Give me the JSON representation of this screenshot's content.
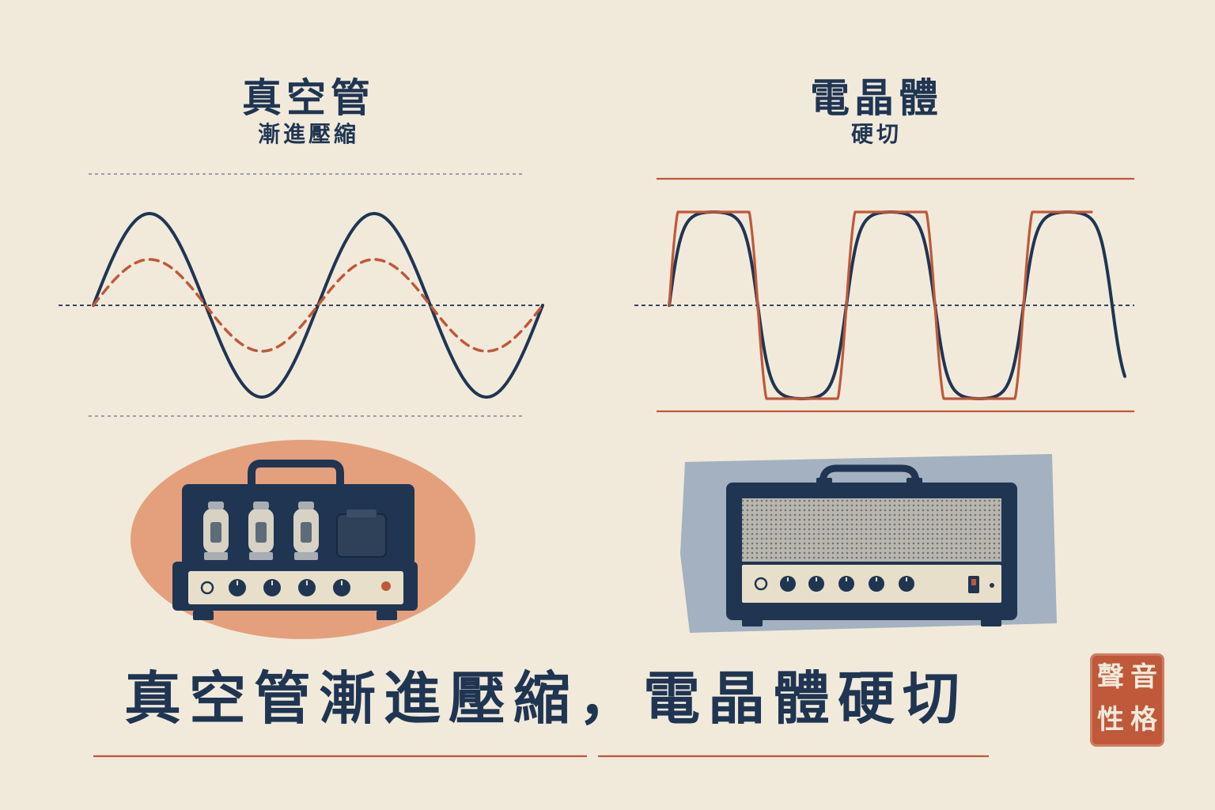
{
  "left_panel": {
    "title": "真空管",
    "subtitle": "漸進壓縮"
  },
  "right_panel": {
    "title": "電晶體",
    "subtitle": "硬切"
  },
  "headline": "真空管漸進壓縮，電晶體硬切",
  "seal": {
    "chars": [
      "音",
      "格",
      "聲",
      "性"
    ]
  },
  "colors": {
    "background": "#f1eadb",
    "navy": "#1f3552",
    "orange": "#c0583a",
    "peach": "#e4a07c",
    "slate": "#a3b1c0"
  },
  "icons": {
    "tube_amp": "tube-amplifier-icon",
    "transistor_amp": "transistor-amplifier-icon"
  }
}
